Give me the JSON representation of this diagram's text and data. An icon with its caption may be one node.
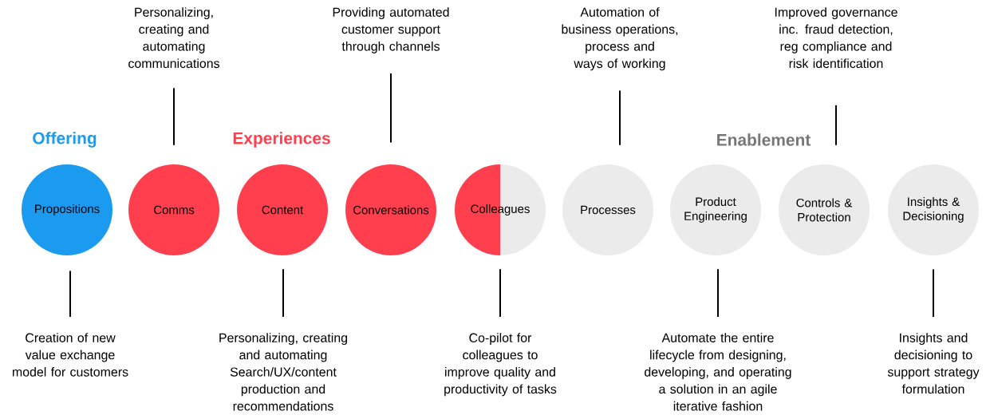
{
  "diagram": {
    "nodes": [
      {
        "text": [
          "Propositions"
        ]
      },
      {
        "text": [
          "Comms"
        ]
      },
      {
        "text": [
          "Content"
        ]
      },
      {
        "text": [
          "Conversations"
        ]
      },
      {
        "text": [
          "Colleagues"
        ]
      },
      {
        "text": [
          "Processes"
        ]
      },
      {
        "text": [
          "Product Engineering"
        ]
      },
      {
        "text": [
          "Controls & Protection"
        ]
      },
      {
        "text": [
          "Insights & Decisioning"
        ]
      },
      {
        "text": [
          "Personalizing, creating and automating communications"
        ]
      },
      {
        "text": [
          "Providing automated customer support through channels"
        ]
      },
      {
        "text": [
          "Automation of business operations, process and ways of working"
        ]
      },
      {
        "text": [
          "Improved governance inc. fraud detection, reg compliance and risk identification"
        ]
      },
      {
        "text": [
          "Creation of new value exchange model for customers"
        ]
      },
      {
        "text": [
          "Personalizing, creating and automating Search/UX/content production and recommendations"
        ]
      },
      {
        "text": [
          "Co-pilot for colleagues to improve quality and productivity of tasks"
        ]
      },
      {
        "text": [
          "Automate the entire lifecycle from designing, developing, and operating a solution in an agile iterative fashion"
        ]
      },
      {
        "text": [
          "Insights and decisioning to support strategy formulation"
        ]
      }
    ],
    "edges": [
      {
        "from": 9,
        "to": 1,
        "arrow": "none"
      },
      {
        "from": 10,
        "to": 3,
        "arrow": "none"
      },
      {
        "from": 11,
        "to": 5,
        "arrow": "none"
      },
      {
        "from": 12,
        "to": 7,
        "arrow": "none"
      },
      {
        "from": 13,
        "to": 0,
        "arrow": "none"
      },
      {
        "from": 14,
        "to": 2,
        "arrow": "none"
      },
      {
        "from": 15,
        "to": 4,
        "arrow": "none"
      },
      {
        "from": 16,
        "to": 6,
        "arrow": "none"
      },
      {
        "from": 17,
        "to": 8,
        "arrow": "none"
      }
    ],
    "labels": [
      "Offering",
      "Experiences",
      "Enablement"
    ]
  }
}
